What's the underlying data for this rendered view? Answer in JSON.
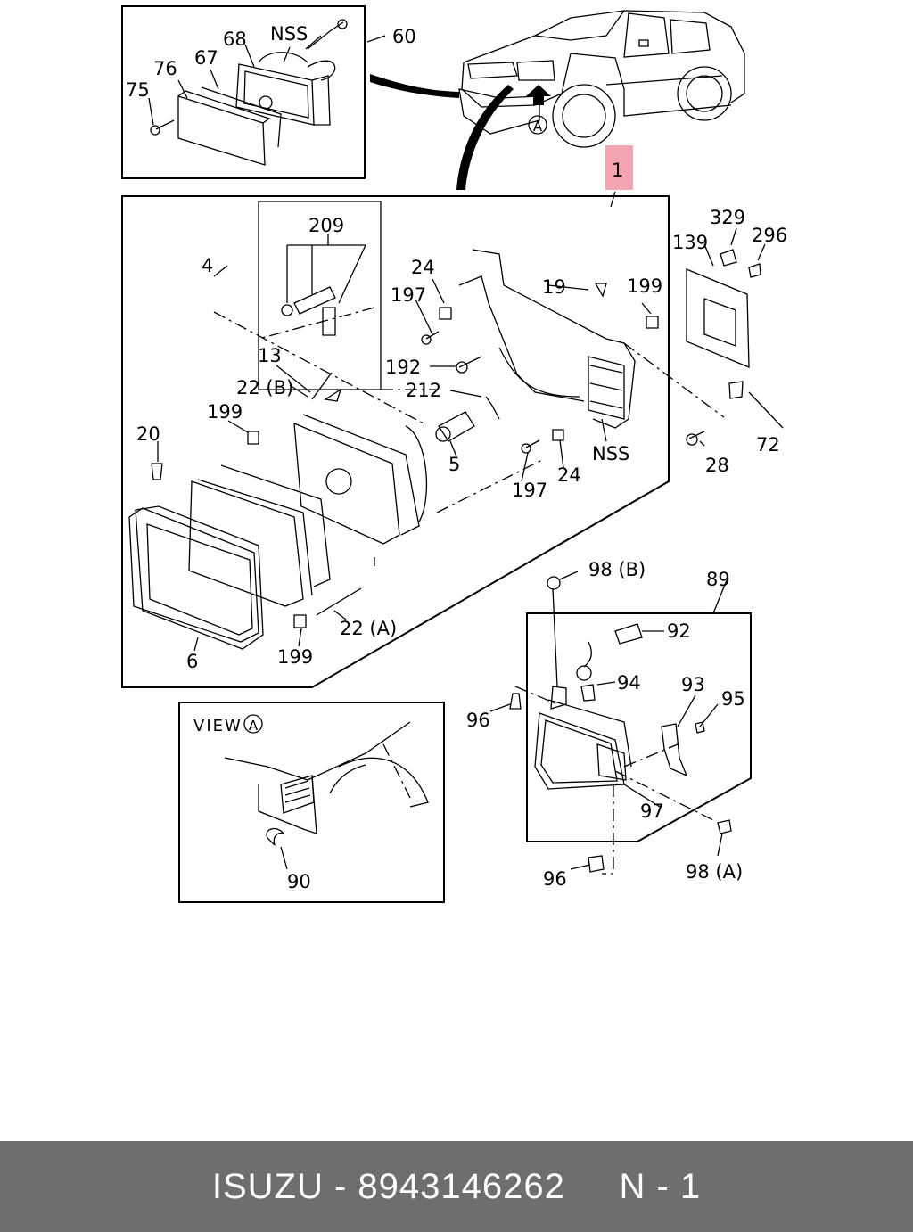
{
  "callouts": {
    "c1": "1",
    "c4": "4",
    "c5": "5",
    "c6": "6",
    "c13": "13",
    "c19": "19",
    "c20": "20",
    "c22a": "22 (A)",
    "c22b": "22 (B)",
    "c24a": "24",
    "c24b": "24",
    "c28": "28",
    "c60": "60",
    "c67": "67",
    "c68": "68",
    "c72": "72",
    "c75": "75",
    "c76": "76",
    "c89": "89",
    "c90": "90",
    "c92": "92",
    "c93": "93",
    "c94": "94",
    "c95": "95",
    "c96a": "96",
    "c96b": "96",
    "c97": "97",
    "c98a": "98 (A)",
    "c98b": "98 (B)",
    "c139": "139",
    "c192": "192",
    "c197a": "197",
    "c197b": "197",
    "c199a": "199",
    "c199b": "199",
    "c199c": "199",
    "c209": "209",
    "c212": "212",
    "c296": "296",
    "c329": "329",
    "nss1": "NSS",
    "nss2": "NSS"
  },
  "view_label": "VIEW",
  "view_marker": "A",
  "arrow_marker": "A",
  "highlight_color": "#f4a3b1",
  "footer": {
    "brand": "ISUZU",
    "separator": "-",
    "part_number": "8943146262",
    "page": "N - 1"
  }
}
